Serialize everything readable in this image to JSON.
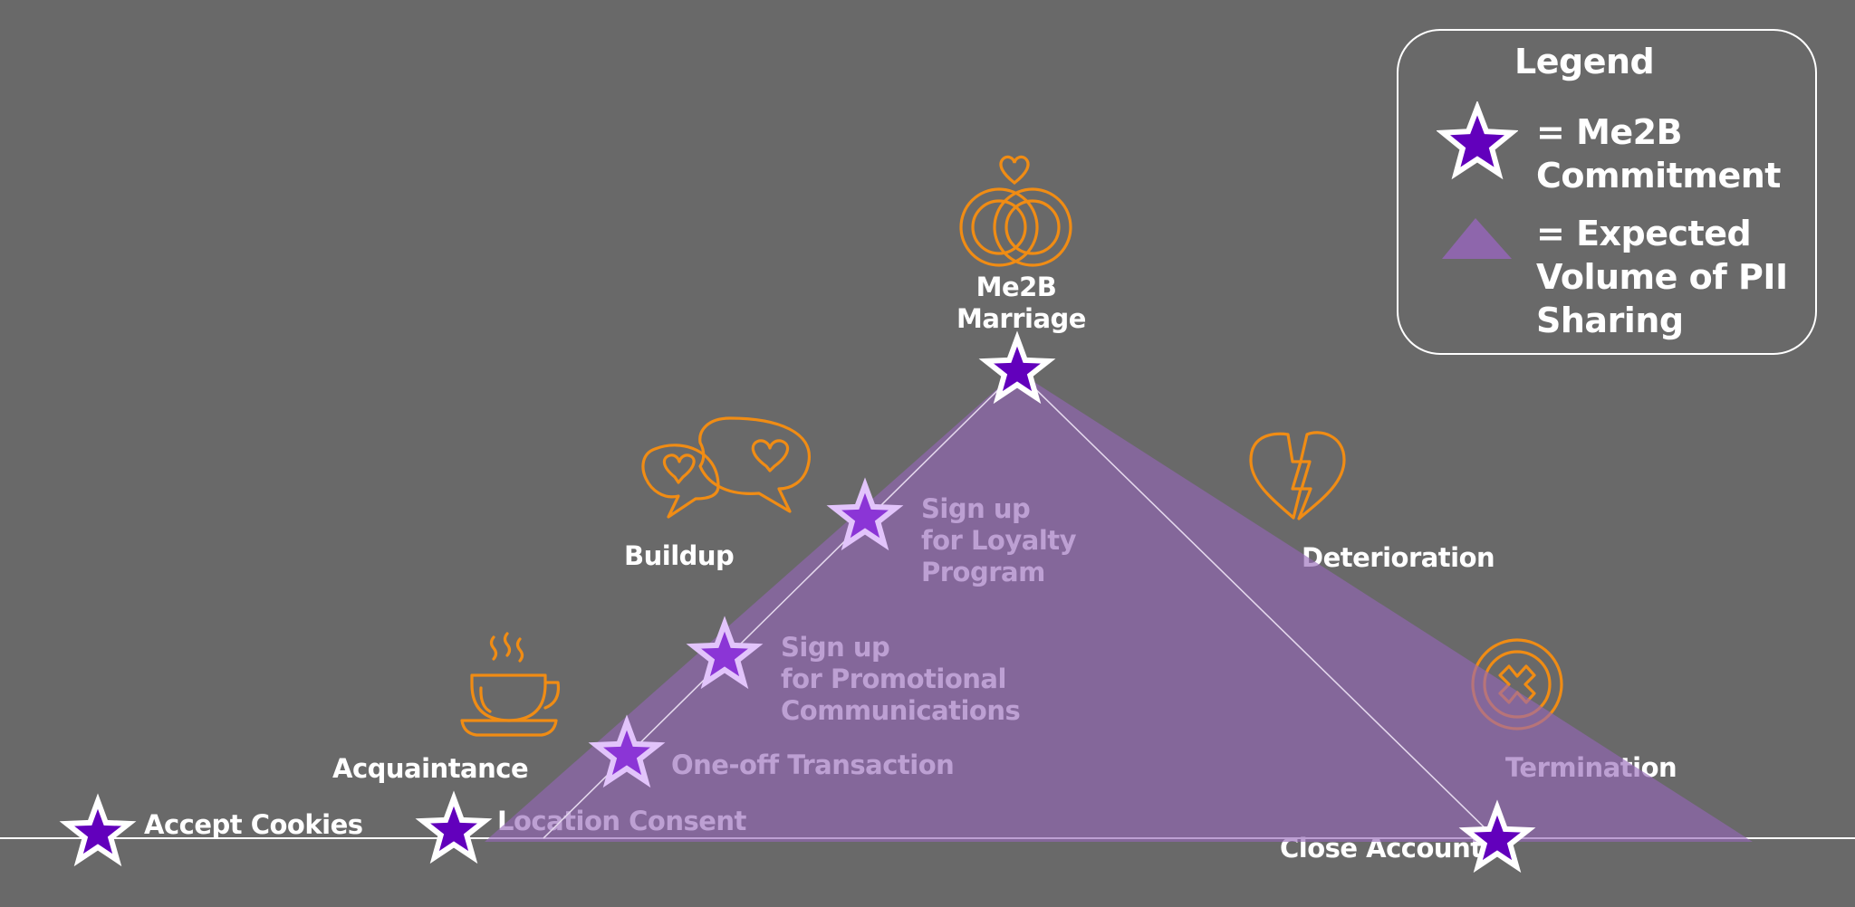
{
  "colors": {
    "background": "#696969",
    "triangle_fill": "#9566B8",
    "star_fill": "#6200BC",
    "star_stroke": "#ffffff",
    "star_inside_fill": "#8B35D6",
    "star_inside_stroke": "#E2C4FB",
    "icon_orange": "#F08C14",
    "label_white": "#ffffff",
    "label_inside": "#E2C4FB"
  },
  "legend": {
    "title": "Legend",
    "star_line1": "= Me2B",
    "star_line2": "Commitment",
    "triangle_line1": "= Expected",
    "triangle_line2": "Volume of PII",
    "triangle_line3": "Sharing"
  },
  "stages": {
    "acquaintance": {
      "label": "Acquaintance",
      "icon": "coffee-cup-icon"
    },
    "buildup": {
      "label": "Buildup",
      "icon": "speech-bubbles-hearts-icon"
    },
    "marriage": {
      "label_line1": "Me2B",
      "label_line2": "Marriage",
      "icon": "wedding-rings-heart-icon"
    },
    "deterioration": {
      "label": "Deterioration",
      "icon": "broken-heart-icon"
    },
    "termination": {
      "label": "Termination",
      "icon": "circle-x-icon"
    }
  },
  "commitments": {
    "accept_cookies": "Accept Cookies",
    "location_consent": "Location Consent",
    "one_off": "One-off Transaction",
    "promo_line1": "Sign up",
    "promo_line2": "for Promotional",
    "promo_line3": "Communications",
    "loyalty_line1": "Sign up",
    "loyalty_line2": "for Loyalty",
    "loyalty_line3": "Program",
    "close_account": "Close Account"
  }
}
